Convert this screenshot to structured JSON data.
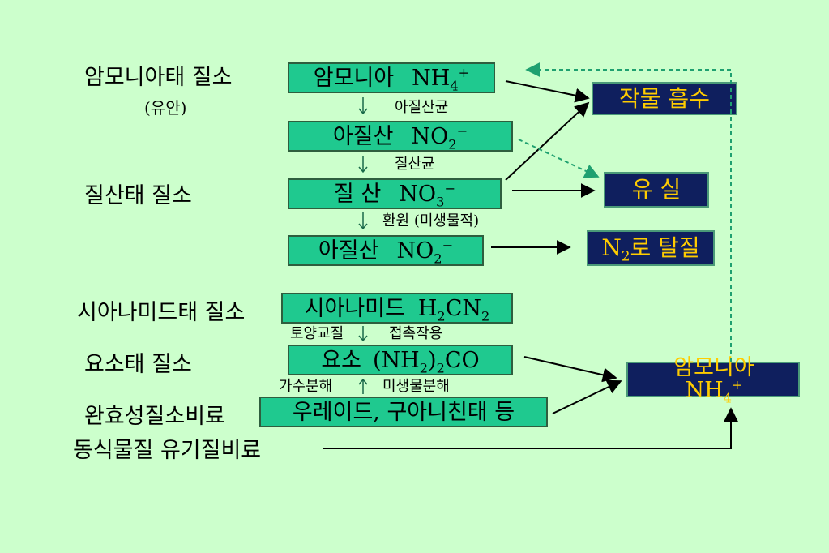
{
  "left_labels": {
    "ammonium_type": "암모니아태 질소",
    "ammonium_sub": "(유안)",
    "nitrate_type": "질산태 질소",
    "cyanamide_type": "시아나미드태 질소",
    "urea_type": "요소태 질소",
    "slow_release": "완효성질소비료",
    "organic": "동식물질 유기질비료"
  },
  "boxes": {
    "ammonia": {
      "name": "암모니아",
      "formula": "NH",
      "sub": "4",
      "sup": "+"
    },
    "nitrite1": {
      "name": "아질산",
      "formula": "NO",
      "sub": "2",
      "sup": "−"
    },
    "nitrate": {
      "name": "질 산",
      "formula": "NO",
      "sub": "3",
      "sup": "−"
    },
    "nitrite2": {
      "name": "아질산",
      "formula": "NO",
      "sub": "2",
      "sup": "−"
    },
    "cyanamide": {
      "name": "시아나미드",
      "f1": "H",
      "s1": "2",
      "f2": "CN",
      "s2": "2"
    },
    "urea": {
      "name": "요소",
      "f1": "(NH",
      "s1": "2",
      "f2": ")",
      "s2": "2",
      "f3": "CO"
    },
    "ureide": {
      "text": "우레이드, 구아니친태 등"
    }
  },
  "steps": {
    "nitrite_bacteria": "아질산균",
    "nitrate_bacteria": "질산균",
    "reduction": "환원 (미생물적)",
    "soil_exchange": "토양교질",
    "contact": "접촉작용",
    "hydrolysis": "가수분해",
    "microbial": "미생물분해"
  },
  "outcomes": {
    "crop_uptake": "작물 흡수",
    "loss": "유 실",
    "denitrification": {
      "n": "N",
      "sub": "2",
      "rest": "로 탈질"
    },
    "ammonia_final": {
      "name": "암모니아",
      "formula": "NH",
      "sub": "4",
      "sup": "+"
    }
  },
  "colors": {
    "background": "#ccffcc",
    "process_box": "#1fc98f",
    "outcome_box": "#0f1f5e",
    "outcome_text": "#ffcc00",
    "dashed_arrow": "#1fa070"
  }
}
